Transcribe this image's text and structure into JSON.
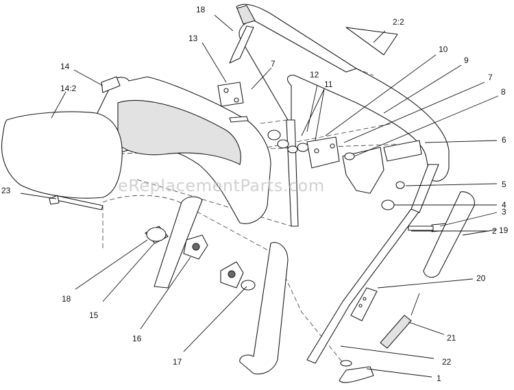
{
  "watermark": "eReplacementParts.com",
  "callouts": {
    "c18_top": "18",
    "c13": "13",
    "c7_top": "7",
    "c2_2": "2:2",
    "c14": "14",
    "c14_2": "14:2",
    "c12": "12",
    "c11": "11",
    "c10": "10",
    "c9": "9",
    "c7_right": "7",
    "c8": "8",
    "c6": "6",
    "c5": "5",
    "c4": "4",
    "c3": "3",
    "c19": "19",
    "c23": "23",
    "c2": "2",
    "c20": "20",
    "c21": "21",
    "c22": "22",
    "c1": "1",
    "c18_bottom": "18",
    "c15": "15",
    "c16": "16",
    "c17": "17"
  }
}
